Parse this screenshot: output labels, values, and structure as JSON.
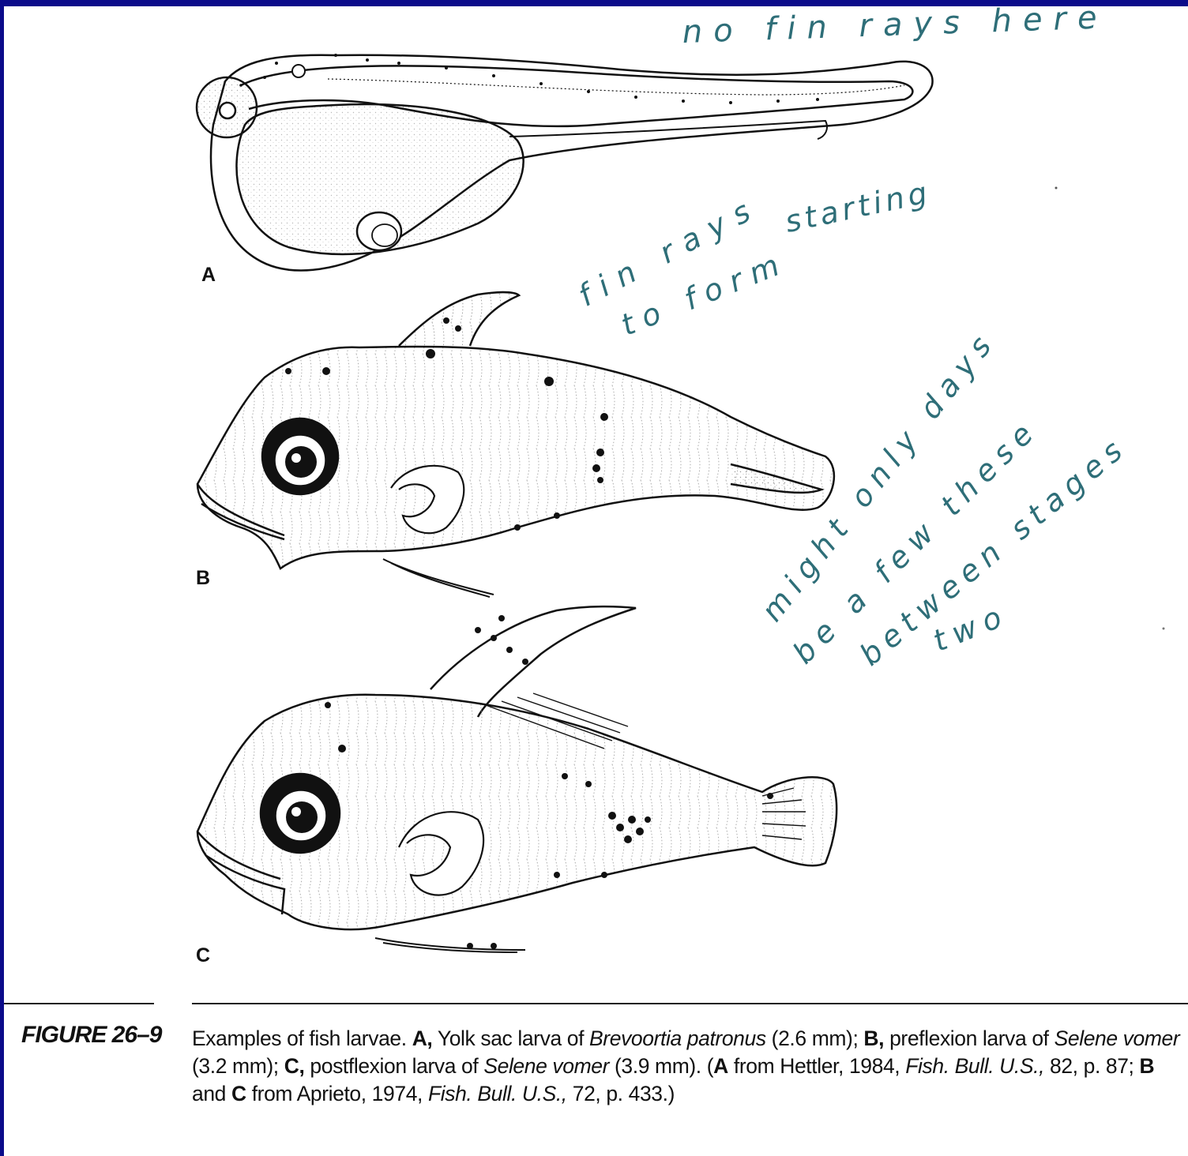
{
  "figure": {
    "number": "FIGURE 26–9",
    "panel_labels": {
      "a": "A",
      "b": "B",
      "c": "C"
    },
    "caption": {
      "p1": "Examples of fish larvae. ",
      "a_label": "A,",
      "p2": " Yolk sac larva of ",
      "species_a": "Brevoortia patronus",
      "p3": " (2.6 mm); ",
      "b_label": "B,",
      "p4": " preflexion larva of ",
      "species_b": "Selene vomer",
      "p5": " (3.2 mm); ",
      "c_label": "C,",
      "p6": " postflexion larva of ",
      "species_c": "Selene vomer",
      "p7": " (3.9 mm). (",
      "a_ref": "A",
      "p8": " from Hettler, 1984, ",
      "journal1": "Fish. Bull. U.S.,",
      "p9": " 82, p. 87; ",
      "b_ref": "B",
      "p10": " and ",
      "c_ref": "C",
      "p11": " from Aprieto, 1974, ",
      "journal2": "Fish. Bull. U.S.,",
      "p12": " 72, p. 433.)"
    }
  },
  "annotations": {
    "note1": "no fin rays here",
    "note2_line1": "starting",
    "note2_line2": "fin rays",
    "note2_line3": "to form",
    "note3_line1": "might only days",
    "note3_line2": "be a few these",
    "note3_line3": "between stages",
    "note3_line4": "two"
  },
  "colors": {
    "slide_border": "#0b0b8a",
    "annotation_ink": "#2e6e78",
    "drawing_ink": "#111111"
  }
}
